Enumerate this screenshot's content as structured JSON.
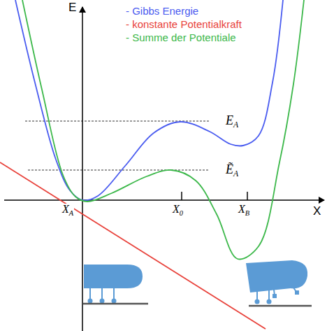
{
  "diagram": {
    "labels": [
      "E",
      "EA",
      "ẼA",
      "XA",
      "X0",
      "XB",
      "X"
    ],
    "legend": [
      {
        "text": "- Gibbs Energie",
        "color": "#4a5cf0"
      },
      {
        "text": "- konstante Potentialkraft",
        "color": "#e8413a"
      },
      {
        "text": "- Summe der Potentiale",
        "color": "#3cb84a"
      }
    ]
  }
}
